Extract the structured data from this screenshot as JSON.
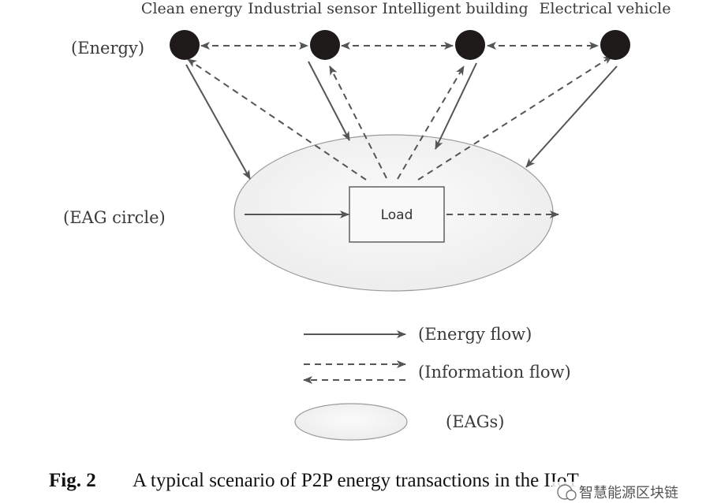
{
  "nodes": [
    {
      "label": "Clean energy"
    },
    {
      "label": "Industrial sensor"
    },
    {
      "label": "Intelligent building"
    },
    {
      "label": "Electrical vehicle"
    }
  ],
  "row_labels": {
    "energy": "(Energy)",
    "eag_circle": "(EAG circle)"
  },
  "center_box": "Load",
  "legend": {
    "energy_flow": "(Energy flow)",
    "information_flow": "(Information flow)",
    "eags": "(EAGs)"
  },
  "caption": {
    "number": "Fig. 2",
    "text": "A typical scenario of P2P energy transactions in the IIoT"
  },
  "watermark": "智慧能源区块链",
  "colors": {
    "node_fill": "#1e1a1a",
    "arrow": "#555555",
    "ellipse_fill": "#f3f3f3",
    "ellipse_stroke": "#9a9a9a"
  }
}
